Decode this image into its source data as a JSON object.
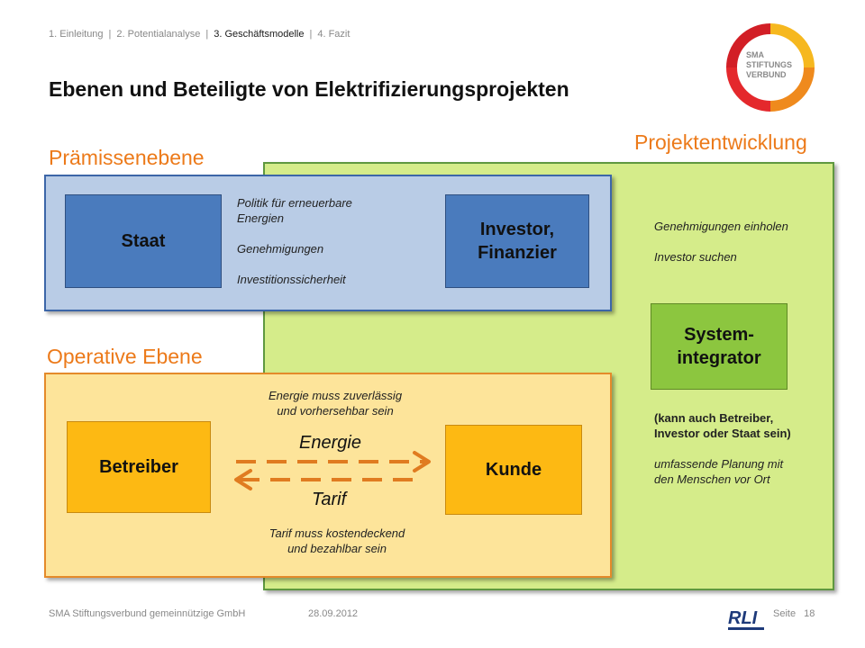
{
  "breadcrumb": [
    {
      "label": "1. Einleitung",
      "active": false
    },
    {
      "label": "2. Potentialanalyse",
      "active": false
    },
    {
      "label": "3. Geschäftsmodelle",
      "active": true
    },
    {
      "label": "4. Fazit",
      "active": false
    }
  ],
  "breadcrumb_separator": "|",
  "title": "Ebenen und Beteiligte von Elektrifizierungsprojekten",
  "logo": {
    "line1": "SMA",
    "line2": "STIFTUNGS",
    "line3": "VERBUND"
  },
  "sections": {
    "projekt": "Projektentwicklung",
    "praemissen": "Prämissenebene",
    "operative": "Operative Ebene"
  },
  "boxes": {
    "staat": "Staat",
    "investor_line1": "Investor,",
    "investor_line2": "Finanzier",
    "system_line1": "System-",
    "system_line2": "integrator",
    "betreiber": "Betreiber",
    "kunde": "Kunde"
  },
  "notes": {
    "premise_1a": "Politik für erneuerbare",
    "premise_1b": "Energien",
    "premise_2": "Genehmigungen",
    "premise_3": "Investitionssicherheit",
    "project_1": "Genehmigungen einholen",
    "project_2": "Investor suchen",
    "integrator_1a": "(kann auch Betreiber,",
    "integrator_1b": "Investor oder Staat sein)",
    "integrator_2a": "umfassende Planung mit",
    "integrator_2b": "den Menschen vor Ort",
    "energy_a": "Energie muss zuverlässig",
    "energy_b": "und vorhersehbar sein",
    "tarif_a": "Tarif muss kostendeckend",
    "tarif_b": "und bezahlbar sein"
  },
  "flow": {
    "energie": "Energie",
    "tarif": "Tarif"
  },
  "colors": {
    "accent_orange": "#ec7a1a",
    "blue": "#4a7bbd",
    "green": "#8cc63f",
    "yellow": "#fdb913"
  },
  "footer": {
    "org": "SMA Stiftungsverbund gemeinnützige GmbH",
    "date": "28.09.2012",
    "page_label": "Seite",
    "page_number": "18"
  },
  "footer_logo": {
    "text": "RLI"
  }
}
